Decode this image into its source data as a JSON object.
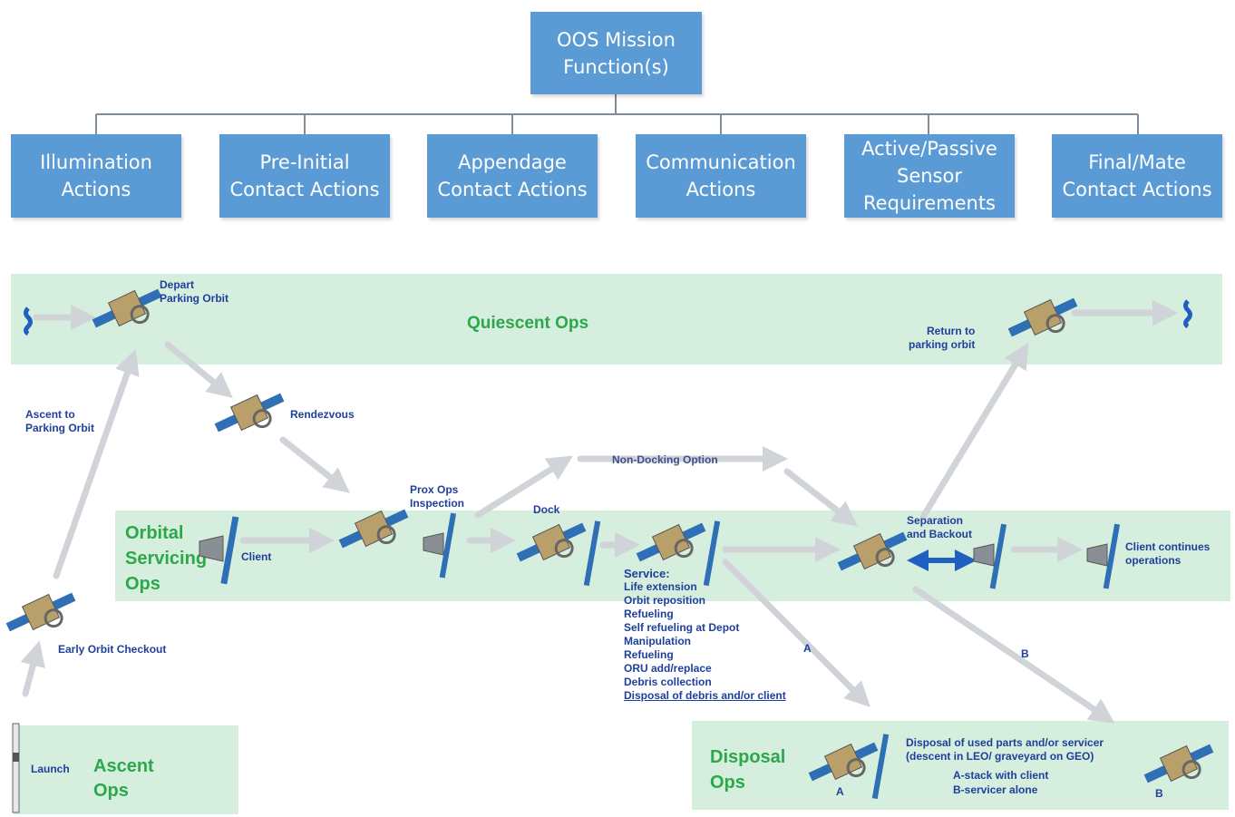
{
  "top_box": "OOS Mission\nFunction(s)",
  "function_boxes": [
    "Illumination\nActions",
    "Pre-Initial\nContact Actions",
    "Appendage\nContact Actions",
    "Communication\nActions",
    "Active/Passive\nSensor\nRequirements",
    "Final/Mate\nContact Actions"
  ],
  "bands": {
    "quiescent": "Quiescent Ops",
    "orbital": "Orbital\nServicing\nOps",
    "ascent": "Ascent\nOps",
    "disposal": "Disposal\nOps"
  },
  "labels": {
    "depart": "Depart\nParking Orbit",
    "return": "Return to\nparking orbit",
    "ascent_parking": "Ascent to\nParking Orbit",
    "rendezvous": "Rendezvous",
    "prox_ops": "Prox Ops\nInspection",
    "non_docking": "Non-Docking  Option",
    "dock": "Dock",
    "client": "Client",
    "separation": "Separation\nand Backout",
    "client_continues": "Client continues\noperations",
    "early_orbit": "Early Orbit Checkout",
    "launch": "Launch",
    "path_a": "A",
    "path_b": "B",
    "disposal_a": "A",
    "disposal_b": "B",
    "disposal_desc": "Disposal of used parts and/or servicer\n(descent in LEO/ graveyard on GEO)",
    "disposal_opt_a": "A-stack  with client",
    "disposal_opt_b": "B-servicer alone"
  },
  "service": {
    "title": "Service:",
    "items": [
      "Life extension",
      "Orbit reposition",
      "Refueling",
      "Self refueling at Depot",
      "Manipulation",
      "Refueling",
      "ORU add/replace",
      "Debris collection",
      "Disposal of debris and/or client"
    ]
  },
  "colors": {
    "box_blue": "#5b9bd5",
    "band_green": "#d6eedd",
    "title_green": "#2ca84a",
    "label_blue": "#1f3f9c",
    "arrow_gray": "#d0d4d8",
    "double_arrow": "#1f5fbf"
  },
  "icons": [
    "servicer-spacecraft-icon",
    "client-satellite-icon",
    "rocket-icon",
    "break-mark-icon"
  ]
}
